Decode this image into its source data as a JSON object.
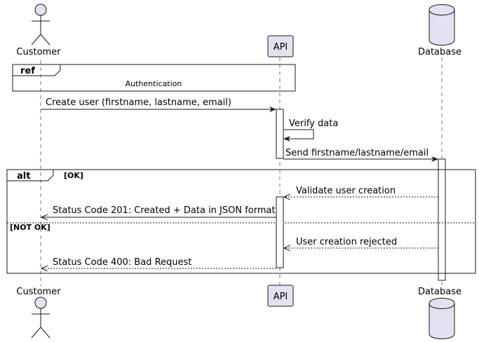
{
  "participants": {
    "customer": "Customer",
    "api": "API",
    "database": "Database"
  },
  "ref": {
    "tag": "ref",
    "label": "Authentication"
  },
  "messages": {
    "create_user": "Create user (firstname, lastname, email)",
    "verify_data": "Verify data",
    "send_fields": "Send firstname/lastname/email",
    "validate": "Validate user creation",
    "status_201": "Status Code 201: Created + Data in JSON format",
    "rejected": "User creation rejected",
    "status_400": "Status Code 400: Bad Request"
  },
  "alt": {
    "tag": "alt",
    "ok_guard": "[OK]",
    "not_ok_guard": "[NOT OK]"
  },
  "colors": {
    "participant_fill": "#E2E2F0",
    "line": "#181818",
    "background": "#FFFFFF"
  }
}
